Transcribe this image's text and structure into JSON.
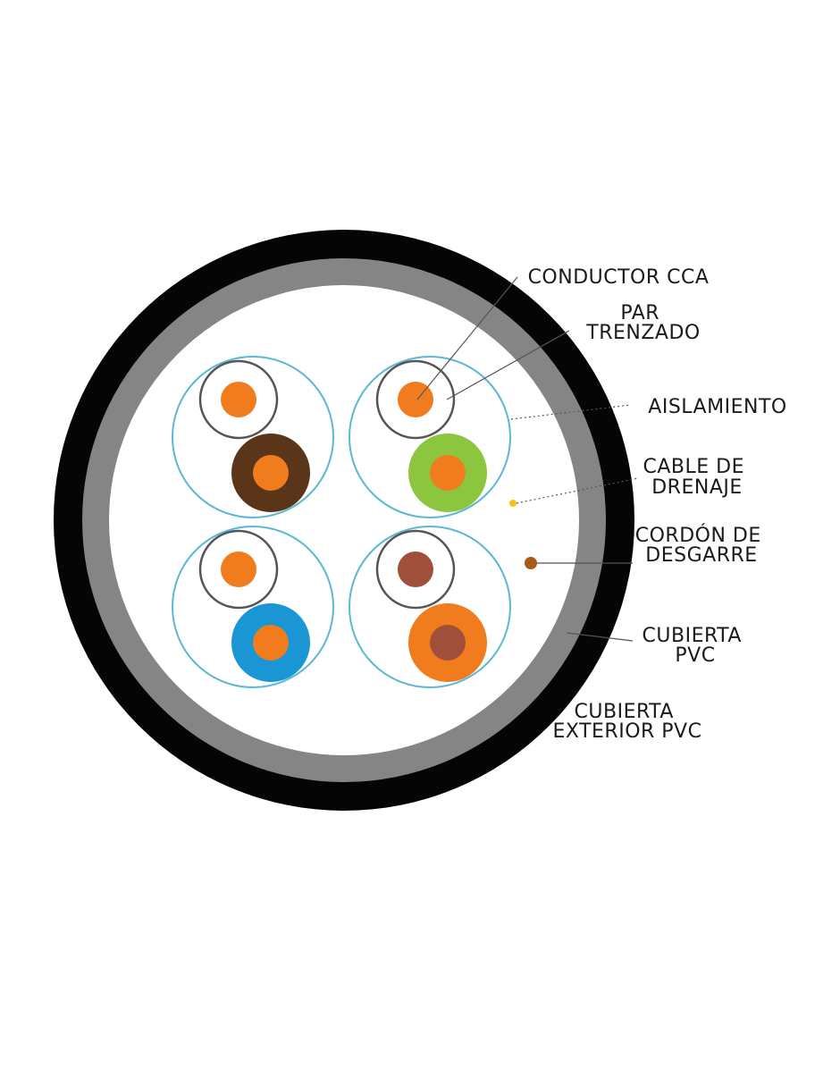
{
  "colors": {
    "outer_jacket": "#050505",
    "inner_jacket": "#858585",
    "core": "#ffffff",
    "pair_ring": "#5ab8d6",
    "conductor": "#f07c1e",
    "white_insulation_ring": "#555555",
    "pair_orange_insulation": "#f07c1e",
    "pair_green_insulation": "#8cc63f",
    "pair_blue_insulation": "#1b96d4",
    "pair_brown_insulation": "#5a3519",
    "brown_conductor": "#a0503a",
    "drain_wire": "#f5c518",
    "ripcord": "#a85b14"
  },
  "pairs": [
    {
      "name": "pair-brown",
      "solid_insulation": "#5a3519",
      "solid_conductor": "#f07c1e",
      "stripe_conductor": "#f07c1e"
    },
    {
      "name": "pair-green",
      "solid_insulation": "#8cc63f",
      "solid_conductor": "#f07c1e",
      "stripe_conductor": "#f07c1e"
    },
    {
      "name": "pair-blue",
      "solid_insulation": "#1b96d4",
      "solid_conductor": "#f07c1e",
      "stripe_conductor": "#f07c1e"
    },
    {
      "name": "pair-orange",
      "solid_insulation": "#f07c1e",
      "solid_conductor": "#a0503a",
      "stripe_conductor": "#a0503a"
    }
  ],
  "labels": {
    "conductor_cca": [
      "CONDUCTOR CCA"
    ],
    "par_trenzado": [
      "PAR",
      "TRENZADO"
    ],
    "aislamiento": [
      "AISLAMIENTO"
    ],
    "cable_drenaje": [
      "CABLE DE",
      "DRENAJE"
    ],
    "cordon_desgarre": [
      "CORDÓN DE",
      "DESGARRE"
    ],
    "cubierta_pvc": [
      "CUBIERTA",
      "PVC"
    ],
    "cubierta_exterior": [
      "CUBIERTA",
      "EXTERIOR PVC"
    ]
  }
}
